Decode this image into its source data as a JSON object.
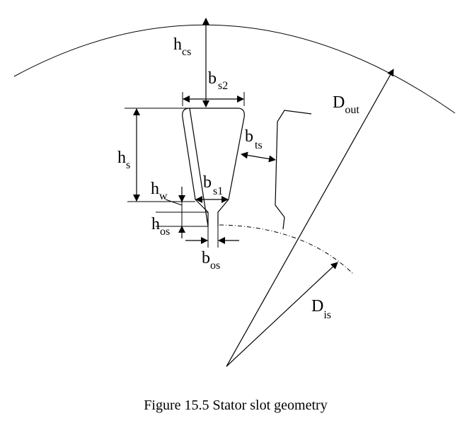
{
  "figure": {
    "caption": "Figure 15.5 Stator slot geometry",
    "labels": {
      "h_cs": {
        "main": "h",
        "sub": "cs"
      },
      "b_s2": {
        "main": "b",
        "sub": "s2"
      },
      "D_out": {
        "main": "D",
        "sub": "out"
      },
      "b_ts": {
        "main": "b",
        "sub": "ts"
      },
      "h_s": {
        "main": "h",
        "sub": "s"
      },
      "b_s1": {
        "main": "b",
        "sub": "s1"
      },
      "h_w": {
        "main": "h",
        "sub": "w"
      },
      "h_os": {
        "main": "h",
        "sub": "os"
      },
      "b_os": {
        "main": "b",
        "sub": "os"
      },
      "D_is": {
        "main": "D",
        "sub": "is"
      }
    }
  }
}
